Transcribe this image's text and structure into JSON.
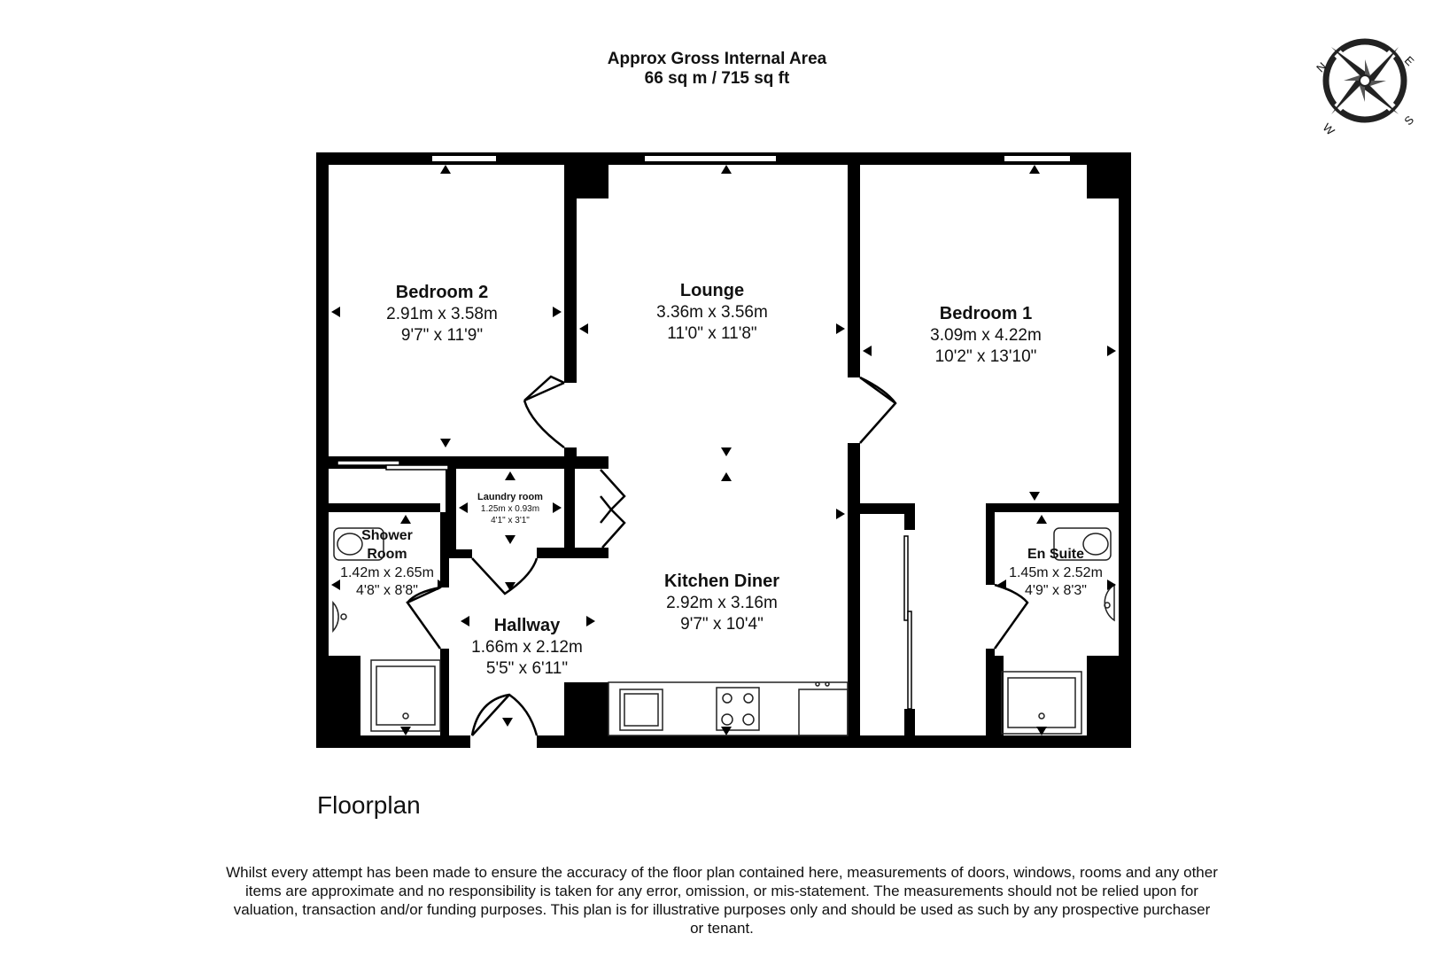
{
  "header": {
    "area_label": "Approx Gross Internal Area",
    "area_value": "66 sq m / 715 sq ft"
  },
  "compass": {
    "n": "N",
    "e": "E",
    "s": "S",
    "w": "W"
  },
  "rooms": [
    {
      "id": "bedroom-2",
      "name": "Bedroom 2",
      "metric": "2.91m x 3.58m",
      "imperial": "9'7\" x 11'9\""
    },
    {
      "id": "lounge",
      "name": "Lounge",
      "metric": "3.36m x 3.56m",
      "imperial": "11'0\" x 11'8\""
    },
    {
      "id": "bedroom-1",
      "name": "Bedroom 1",
      "metric": "3.09m x 4.22m",
      "imperial": "10'2\" x 13'10\""
    },
    {
      "id": "laundry-room",
      "name": "Laundry room",
      "metric": "1.25m x 0.93m",
      "imperial": "4'1\" x 3'1\""
    },
    {
      "id": "shower-room",
      "name_line1": "Shower",
      "name_line2": "Room",
      "metric": "1.42m x 2.65m",
      "imperial": "4'8\" x 8'8\""
    },
    {
      "id": "en-suite",
      "name": "En Suite",
      "metric": "1.45m x 2.52m",
      "imperial": "4'9\" x 8'3\""
    },
    {
      "id": "kitchen-diner",
      "name": "Kitchen Diner",
      "metric": "2.92m x 3.16m",
      "imperial": "9'7\" x 10'4\""
    },
    {
      "id": "hallway",
      "name": "Hallway",
      "metric": "1.66m x 2.12m",
      "imperial": "5'5\" x 6'11\""
    }
  ],
  "plan_label": "Floorplan",
  "disclaimer": "Whilst every attempt has been made to ensure the accuracy of the floor plan contained here, measurements of doors, windows, rooms and any other items are approximate and no responsibility is taken for any error, omission, or mis-statement. The measurements should not be relied upon for valuation, transaction and/or funding purposes. This plan is for illustrative purposes only and should be used as such by any prospective purchaser or tenant."
}
